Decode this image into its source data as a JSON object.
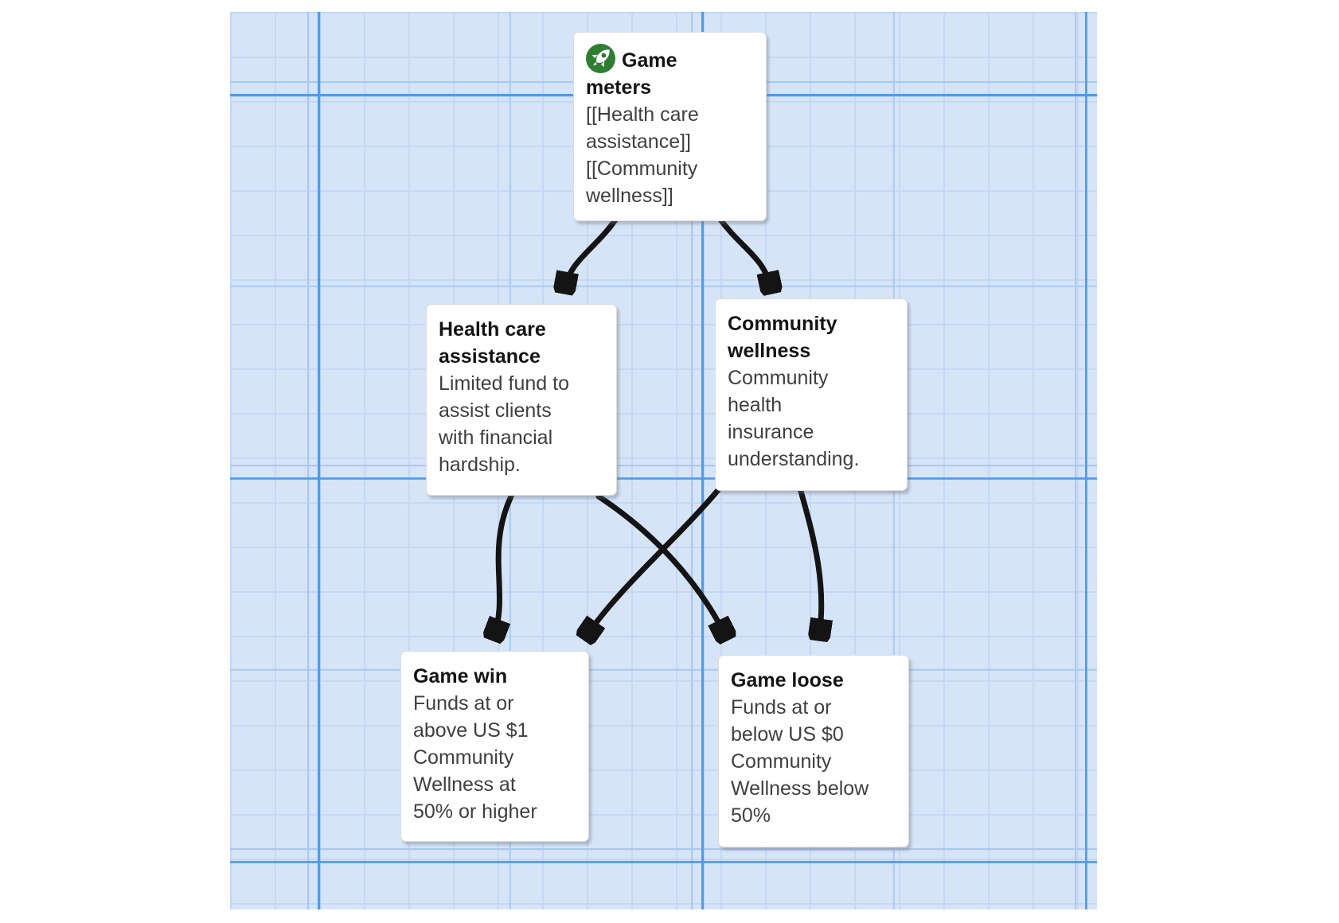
{
  "canvas": {
    "background": "blue graph paper grid",
    "colors": {
      "grid_base": "#d6e4f8",
      "grid_minor_line": "#c5d8f3",
      "grid_strong_line": "#4f9ce5",
      "arrow": "#141414",
      "card_background": "#ffffff",
      "icon_green": "#2e7d32"
    }
  },
  "nodes": [
    {
      "id": "game-meters",
      "icon": "rocket-icon",
      "title": "Game\nmeters",
      "body": "[[Health care\nassistance]]\n[[Community\nwellness]]"
    },
    {
      "id": "health-care-assistance",
      "title": "Health care\nassistance",
      "body": "Limited fund to\nassist clients\nwith financial\nhardship."
    },
    {
      "id": "community-wellness",
      "title": "Community\nwellness",
      "body": "Community\nhealth\ninsurance\nunderstanding."
    },
    {
      "id": "game-win",
      "title": "Game win",
      "body": "Funds at or\nabove US $1\nCommunity\nWellness at\n50% or higher"
    },
    {
      "id": "game-loose",
      "title": "Game loose",
      "body": "Funds at or\nbelow US $0\nCommunity\nWellness below\n50%"
    }
  ],
  "edges": [
    {
      "from": "game-meters",
      "to": "health-care-assistance"
    },
    {
      "from": "game-meters",
      "to": "community-wellness"
    },
    {
      "from": "health-care-assistance",
      "to": "game-win"
    },
    {
      "from": "health-care-assistance",
      "to": "game-loose"
    },
    {
      "from": "community-wellness",
      "to": "game-win"
    },
    {
      "from": "community-wellness",
      "to": "game-loose"
    }
  ]
}
